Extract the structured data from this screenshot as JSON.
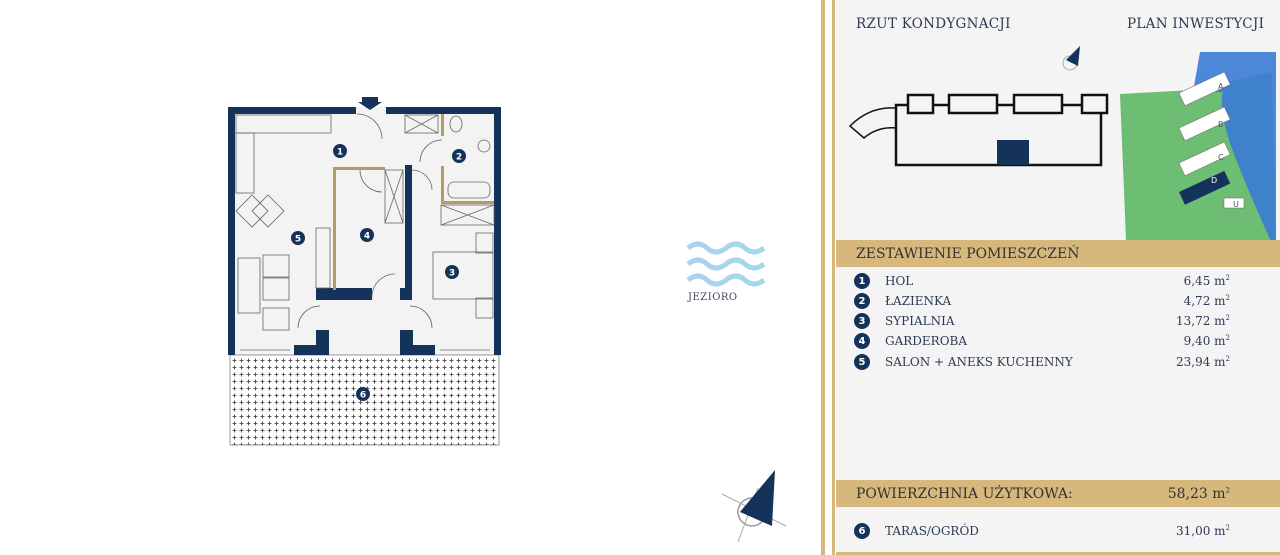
{
  "plan": {
    "room_markers": [
      "1",
      "2",
      "3",
      "4",
      "5",
      "6"
    ],
    "lake_label": "JEZIORO"
  },
  "panel": {
    "floor_title": "RZUT KONDYGNACJI",
    "investment_title": "PLAN INWESTYCJI",
    "building_labels": [
      "A",
      "B",
      "C",
      "D",
      "U"
    ],
    "rooms_header": "ZESTAWIENIE POMIESZCZEŃ",
    "rooms": [
      {
        "num": "1",
        "name": "HOL",
        "area": "6,45 m",
        "unit_sup": "2"
      },
      {
        "num": "2",
        "name": "ŁAZIENKA",
        "area": "4,72 m",
        "unit_sup": "2"
      },
      {
        "num": "3",
        "name": "SYPIALNIA",
        "area": "13,72 m",
        "unit_sup": "2"
      },
      {
        "num": "4",
        "name": "GARDEROBA",
        "area": "9,40 m",
        "unit_sup": "2"
      },
      {
        "num": "5",
        "name": "SALON + ANEKS KUCHENNY",
        "area": "23,94 m",
        "unit_sup": "2"
      }
    ],
    "usable_label": "POWIERZCHNIA UŻYTKOWA:",
    "usable_value": "58,23 m",
    "usable_sup": "2",
    "terrace": {
      "num": "6",
      "name": "TARAS/OGRÓD",
      "area": "31,00 m",
      "unit_sup": "2"
    }
  },
  "colors": {
    "navy": "#14325a",
    "gold": "#d6b77c",
    "panel_bg": "#f4f4f4",
    "water": "#a9d4ee"
  }
}
